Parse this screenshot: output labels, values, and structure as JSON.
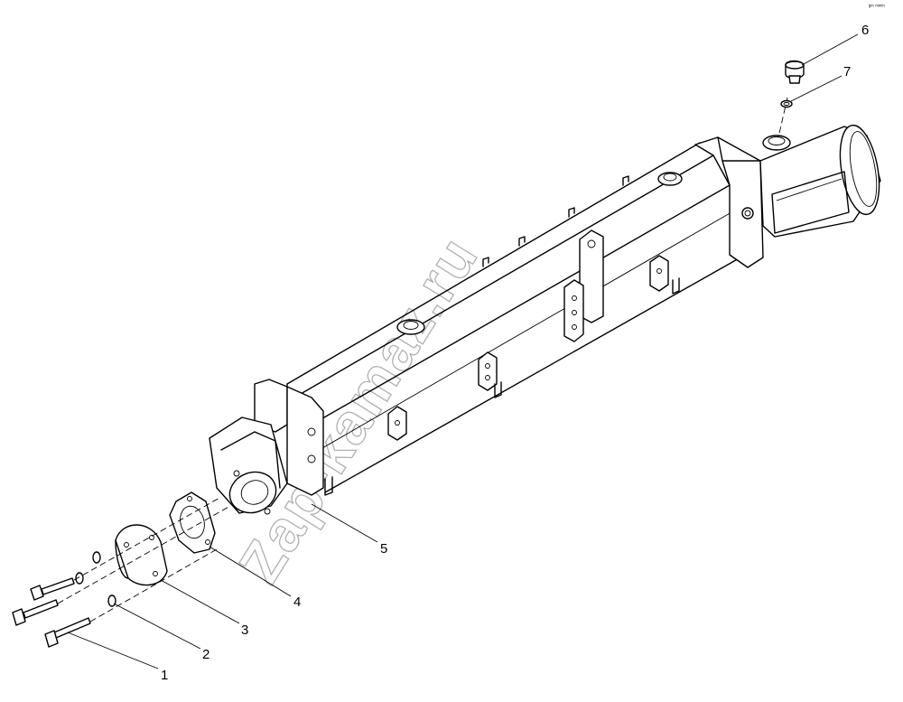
{
  "watermark": "Zap-kamaz.ru",
  "corner_code": "ᵍᵐ ᵐᵐᵐ",
  "callouts": [
    {
      "id": "1",
      "label": "1"
    },
    {
      "id": "2",
      "label": "2"
    },
    {
      "id": "3",
      "label": "3"
    },
    {
      "id": "4",
      "label": "4"
    },
    {
      "id": "5",
      "label": "5"
    },
    {
      "id": "6",
      "label": "6"
    },
    {
      "id": "7",
      "label": "7"
    }
  ]
}
